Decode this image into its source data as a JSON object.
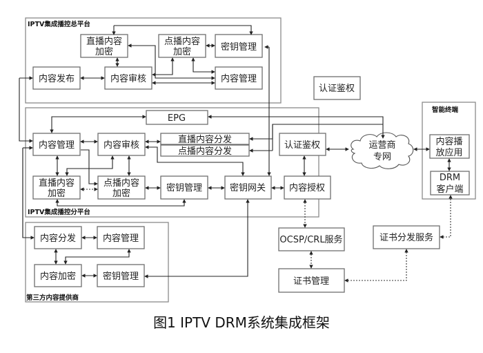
{
  "caption": "图1  IPTV DRM系统集成框架",
  "groups": {
    "main_platform": "IPTV集成播控总平台",
    "sub_platform": "IPTV集成播控分平台",
    "third_party": "第三方内容提供商",
    "smart_terminal": "智能终端"
  },
  "main": {
    "live_encrypt": [
      "直播内容",
      "加密"
    ],
    "vod_encrypt": [
      "点播内容",
      "加密"
    ],
    "key_mgmt": "密钥管理",
    "publish": "内容发布",
    "review": "内容审核",
    "content_mgmt": "内容管理"
  },
  "standalone_auth": "认证鉴权",
  "sub": {
    "epg": "EPG",
    "content_mgmt": "内容管理",
    "review": "内容审核",
    "live_dist": "直播内容分发",
    "vod_dist": "点播内容分发",
    "auth": "认证鉴权",
    "live_encrypt": [
      "直播内容",
      "加密"
    ],
    "vod_encrypt": [
      "点播内容",
      "加密"
    ],
    "key_mgmt": "密钥管理",
    "key_gateway": "密钥网关",
    "content_authz": "内容授权"
  },
  "operator_net": [
    "运营商",
    "专网"
  ],
  "terminal": {
    "player": [
      "内容播",
      "放应用"
    ],
    "drm_client": [
      "DRM",
      "客户端"
    ]
  },
  "third": {
    "distribute": "内容分发",
    "content_mgmt": "内容管理",
    "encrypt": "内容加密",
    "key_mgmt": "密钥管理"
  },
  "pki": {
    "ocsp": "OCSP/CRL服务",
    "cert_mgmt": "证书管理",
    "cert_dist": "证书分发服务"
  }
}
